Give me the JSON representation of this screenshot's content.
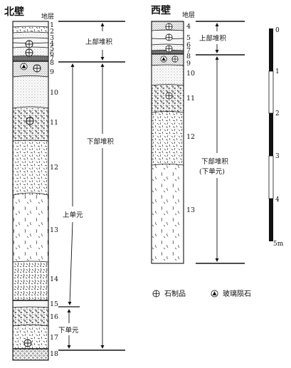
{
  "north": {
    "title": "北壁",
    "layer_header": "地层",
    "layers": [
      "1",
      "2",
      "3",
      "4",
      "5",
      "6",
      "7",
      "8",
      "9",
      "10",
      "11",
      "12",
      "13",
      "14",
      "15",
      "16",
      "17",
      "18"
    ],
    "annotations": [
      "上部堆积",
      "下部堆积",
      "上单元",
      "下单元"
    ]
  },
  "west": {
    "title": "西壁",
    "layer_header": "地层",
    "layers": [
      "4",
      "5",
      "6",
      "7",
      "8",
      "9",
      "10",
      "11",
      "12",
      "13"
    ],
    "annotations": [
      "上部堆积",
      "下部堆积",
      "(下单元)"
    ]
  },
  "scale": {
    "ticks": [
      "0",
      "1",
      "2",
      "3",
      "4",
      "5m"
    ]
  },
  "legend": {
    "stone": "石制品",
    "tektite": "玻璃陨石"
  },
  "colors": {
    "ink": "#111111",
    "paper": "#ffffff"
  }
}
